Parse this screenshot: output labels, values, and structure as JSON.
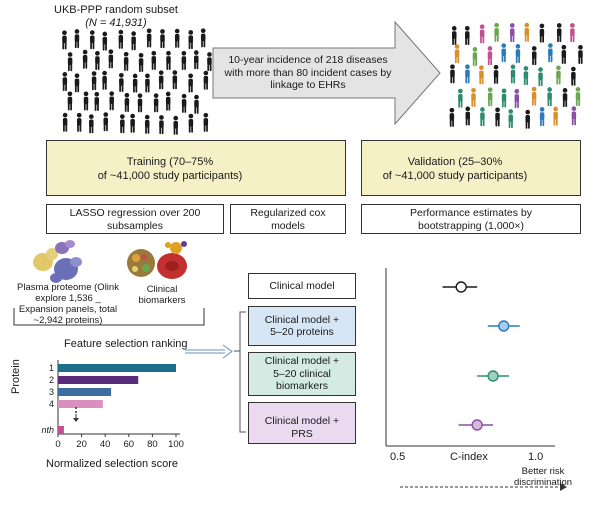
{
  "top": {
    "title": "UKB-PPP random subset",
    "n_label": "(N = 41,931)",
    "arrow_text": "10-year incidence of 218 diseases with more than 80 incident cases by linkage to EHRs"
  },
  "training": {
    "line1": "Training (70–75%",
    "line2": "of ~41,000 study participants)"
  },
  "validation": {
    "line1": "Validation (25–30%",
    "line2": "of ~41,000 study participants)"
  },
  "methods": {
    "lasso": "LASSO regression over 200 subsamples",
    "cox": "Regularized cox models",
    "perf": "Performance estimates by bootstrapping (1,000×)"
  },
  "inputs": {
    "proteome": "Plasma proteome (Olink explore 1,536 _ Expansion panels, total ~2,942 proteins)",
    "biomarkers": "Clinical biomarkers"
  },
  "ranking": {
    "title": "Feature selection ranking",
    "ylabel": "Protein",
    "xlabel": "Normalized selection score",
    "categories": [
      "1",
      "2",
      "3",
      "4",
      "nth"
    ],
    "xticks": [
      "0",
      "20",
      "40",
      "60",
      "80",
      "100"
    ]
  },
  "chart_data": {
    "type": "bar",
    "categories": [
      "1",
      "2",
      "3",
      "4",
      "nth"
    ],
    "values": [
      100,
      68,
      45,
      38,
      5
    ],
    "colors": [
      "#1f6e8c",
      "#5b2c7a",
      "#3b6fa3",
      "#d98fbf",
      "#c0508f"
    ],
    "title": "Feature selection ranking",
    "xlabel": "Normalized selection score",
    "ylabel": "Protein",
    "xlim": [
      0,
      100
    ]
  },
  "models": [
    {
      "line1": "Clinical model",
      "line2": "",
      "line3": "",
      "fill": "#ffffff"
    },
    {
      "line1": "Clinical model +",
      "line2": "5–20 proteins",
      "line3": "",
      "fill": "#d6e6f5"
    },
    {
      "line1": "Clinical model +",
      "line2": "5–20 clinical",
      "line3": "biomarkers",
      "fill": "#d3ebe3"
    },
    {
      "line1": "Clinical model +",
      "line2": "PRS",
      "line3": "",
      "fill": "#ead9ef"
    }
  ],
  "cindex": {
    "xlabel": "C-index",
    "ticks": [
      "0.5",
      "1.0"
    ],
    "estimates": [
      0.73,
      0.89,
      0.85,
      0.79
    ],
    "lower": [
      0.66,
      0.83,
      0.79,
      0.72
    ],
    "upper": [
      0.79,
      0.95,
      0.91,
      0.85
    ],
    "marker_colors": [
      "#ffffff",
      "#a9c9e8",
      "#9fd1bf",
      "#d9b8e0"
    ],
    "line_colors": [
      "#1a1a1a",
      "#2b7bb9",
      "#2e8b6e",
      "#8b4fa3"
    ],
    "better_label": "Better risk discrimination"
  }
}
